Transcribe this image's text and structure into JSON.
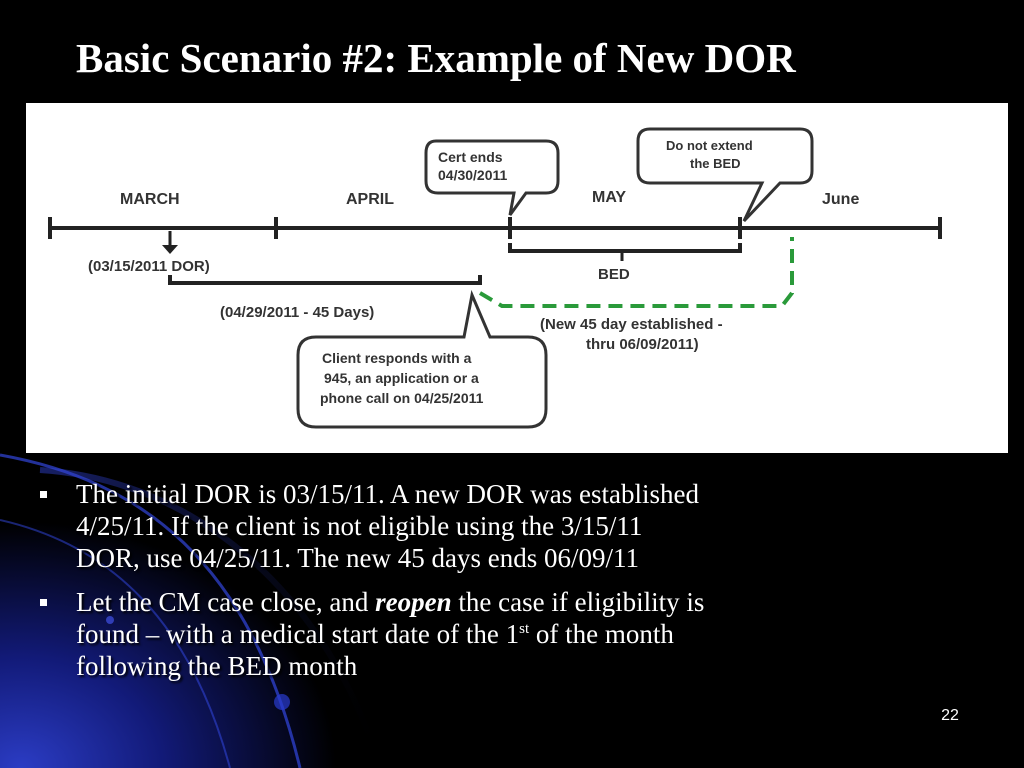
{
  "slide": {
    "title": "Basic Scenario #2: Example of New DOR",
    "number": "22",
    "colors": {
      "background": "#000000",
      "accent_blue": "#1a2a9a",
      "text": "#ffffff",
      "dashed_line": "#2a9a3a"
    }
  },
  "diagram": {
    "months": [
      "MARCH",
      "APRIL",
      "MAY",
      "June"
    ],
    "callouts": {
      "cert_ends": [
        "Cert ends",
        "04/30/2011"
      ],
      "do_not_extend": [
        "Do not extend",
        "the BED"
      ],
      "client_responds": [
        "Client responds with a",
        "945, an application or a",
        "phone call on 04/25/2011"
      ]
    },
    "labels": {
      "initial_dor": "(03/15/2011 DOR)",
      "bed": "BED",
      "forty_five_days": "(04/29/2011 - 45 Days)",
      "new_45_line1": "(New 45 day established -",
      "new_45_line2": "thru 06/09/2011)"
    }
  },
  "bullets": [
    {
      "lines": [
        "The initial DOR is 03/15/11. A new DOR was established",
        "4/25/11. If the client is not eligible using the 3/15/11",
        "DOR, use 04/25/11. The new 45 days ends 06/09/11"
      ]
    },
    {
      "line1_before": "Let the CM case close, and ",
      "line1_emphasis": "reopen",
      "line1_after": " the case if eligibility is",
      "line2_before": "found – with a medical start date of the 1",
      "line2_sup": "st",
      "line2_after": " of the month",
      "line3": "following the BED month"
    }
  ]
}
